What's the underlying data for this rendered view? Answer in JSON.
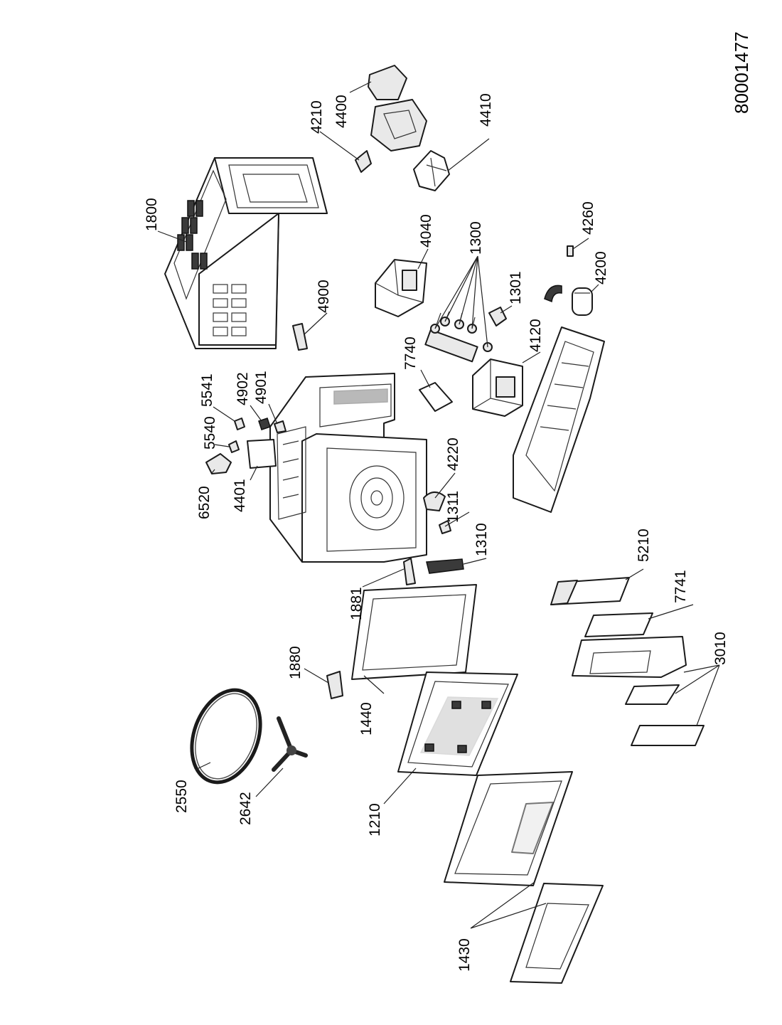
{
  "document_number": "80001477",
  "part_labels": {
    "p1800": "1800",
    "p4210": "4210",
    "p4400": "4400",
    "p4410": "4410",
    "p4040": "4040",
    "p1300": "1300",
    "p4260": "4260",
    "p4200": "4200",
    "p1301": "1301",
    "p4900": "4900",
    "p7740": "7740",
    "p4120": "4120",
    "p5541": "5541",
    "p4902": "4902",
    "p4901": "4901",
    "p5540": "5540",
    "p6520": "6520",
    "p4401": "4401",
    "p4220": "4220",
    "p1311": "1311",
    "p1310": "1310",
    "p1881": "1881",
    "p1880": "1880",
    "p5210": "5210",
    "p7741": "7741",
    "p3010": "3010",
    "p1440": "1440",
    "p2550": "2550",
    "p2642": "2642",
    "p1210": "1210",
    "p1430": "1430"
  }
}
